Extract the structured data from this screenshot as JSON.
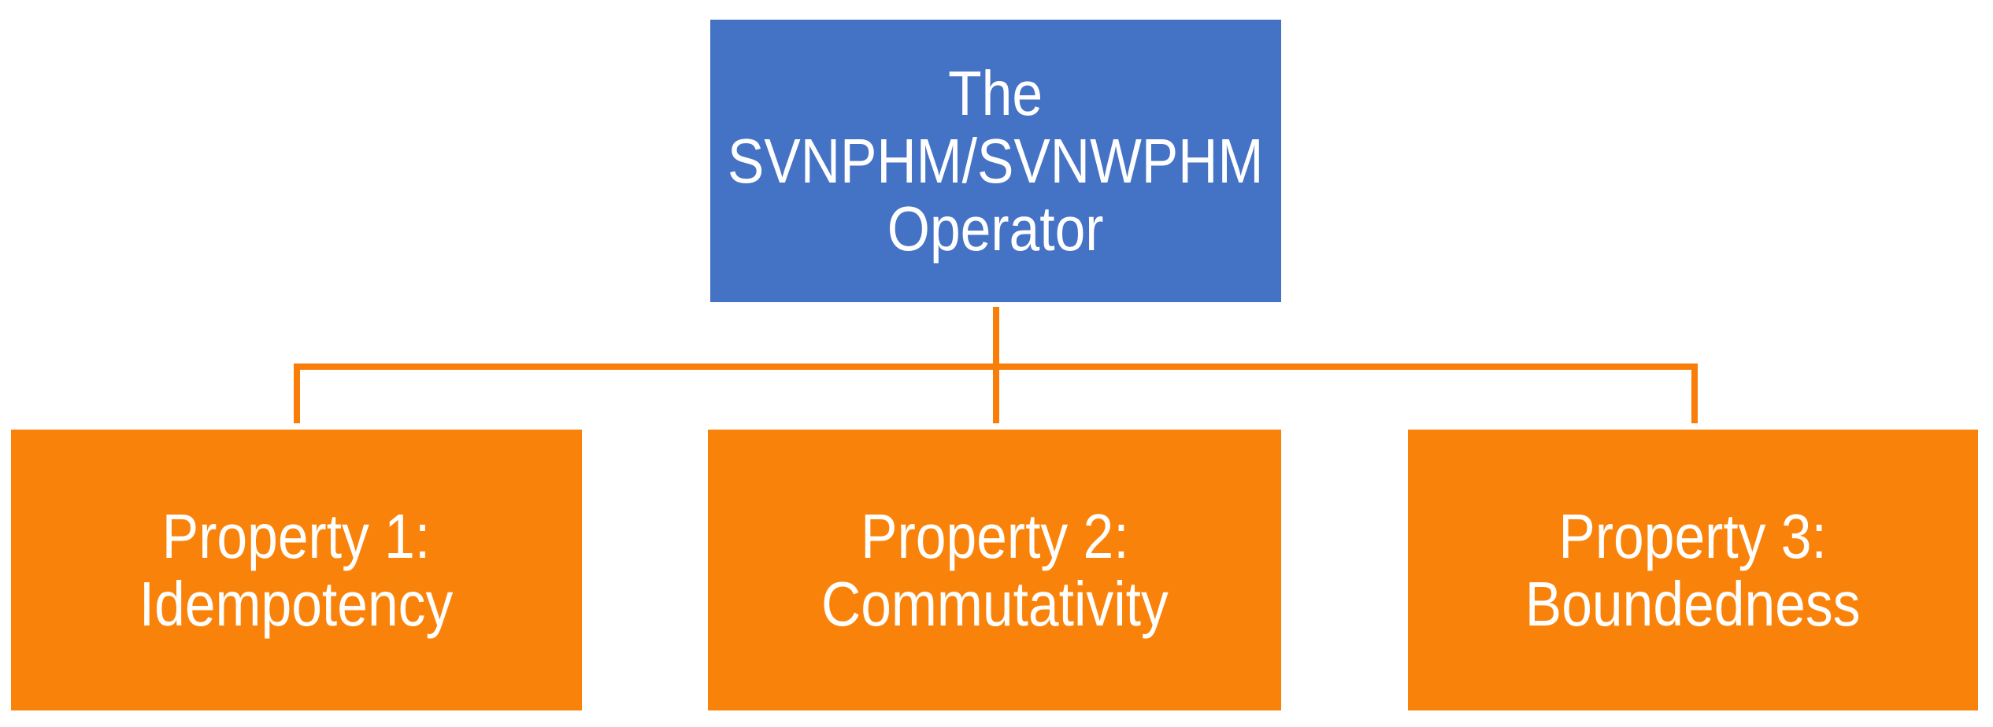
{
  "diagram": {
    "root_node": {
      "line1": "The",
      "line2": "SVNPHM/SVNWPHM",
      "line3": "Operator"
    },
    "property_nodes": [
      {
        "line1": "Property 1:",
        "line2": "Idempotency"
      },
      {
        "line1": "Property 2:",
        "line2": "Commutativity"
      },
      {
        "line1": "Property 3:",
        "line2": "Boundedness"
      }
    ],
    "colors": {
      "root_fill": "#4472C4",
      "property_fill": "#F9830A",
      "connector": "#F97D09",
      "label_text": "#FFFFFF",
      "background": "#FFFFFF"
    }
  }
}
